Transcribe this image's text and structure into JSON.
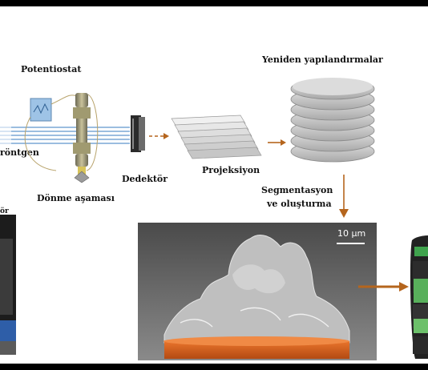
{
  "labels": {
    "potentiostat": "Potentiostat",
    "xray": "röntgen",
    "rotation_stage": "Dönme aşaması",
    "detector": "Dedektör",
    "projections": "Projeksiyon",
    "reconstructions": "Yeniden yapılandırmalar",
    "segmentation_line1": "Segmentasyon",
    "segmentation_line2": "ve oluşturma",
    "left_photo_label": "ör",
    "scale_bar": "10 µm"
  },
  "colors": {
    "arrow": "#b5651d",
    "beam": "#7aa7d6",
    "reconstruction_disc": "#c9c9c9",
    "base": "#d9621f"
  }
}
